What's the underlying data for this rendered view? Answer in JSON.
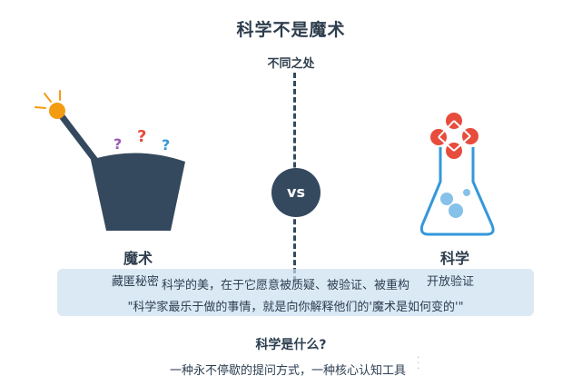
{
  "header": {
    "title": "科学不是魔术",
    "subtitle": "不同之处"
  },
  "center": {
    "vs_label": "vs"
  },
  "magic": {
    "label": "魔术",
    "description": "藏匿秘密",
    "question_marks": [
      "?",
      "?",
      "?"
    ]
  },
  "science": {
    "label": "科学",
    "description": "开放验证"
  },
  "info": {
    "beauty_line": "科学的美，在于它愿意被质疑、被验证、被重构",
    "quote": "\"科学家最乐于做的事情，就是向你解释他们的'魔术是如何变的'\""
  },
  "footer": {
    "question": "科学是什么?",
    "answer": "一种永不停歇的提问方式，一种核心认知工具"
  },
  "colors": {
    "dark": "#34495e",
    "wand_tip": "#f39c12",
    "question_purple": "#9b59b6",
    "question_red": "#e74c3c",
    "question_blue": "#3498db",
    "atom_red": "#e74c3c",
    "flask_blue": "#3498db",
    "bubble_blue": "#85c1e9",
    "box_bg": "#cce0f0"
  }
}
